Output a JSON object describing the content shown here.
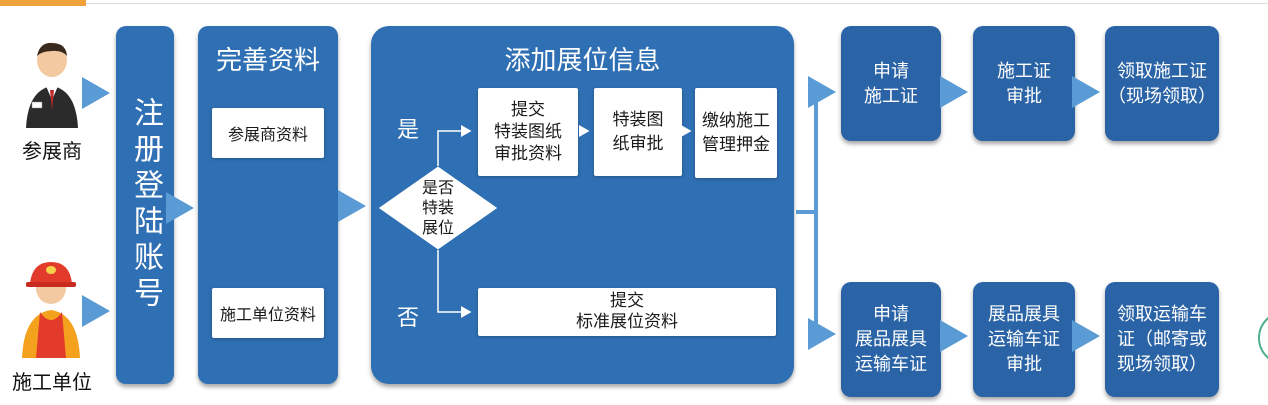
{
  "actors": {
    "exhibitor": "参展商",
    "contractor": "施工单位"
  },
  "register": "注册登陆账号",
  "complete": {
    "title": "完善资料",
    "exhibitor_info": "参展商资料",
    "contractor_info": "施工单位资料"
  },
  "booth": {
    "title": "添加展位信息",
    "decision": "是否\n特装\n展位",
    "yes": "是",
    "no": "否",
    "submit_special": "提交\n特装图纸\n审批资料",
    "special_approval": "特装图\n纸审批",
    "pay_deposit": "缴纳施工\n管理押金",
    "submit_standard": "提交\n标准展位资料"
  },
  "permit_top": {
    "apply": "申请\n施工证",
    "approve": "施工证\n审批",
    "collect": "领取施工证\n（现场领取）"
  },
  "permit_bottom": {
    "apply": "申请\n展品展具\n运输车证",
    "approve": "展品展具\n运输车证\n审批",
    "collect": "领取运输车\n证（邮寄或\n现场领取）"
  },
  "colors": {
    "box": "#2f6fb3",
    "arrow": "#5b9bd5",
    "accent": "#f0a23a"
  }
}
